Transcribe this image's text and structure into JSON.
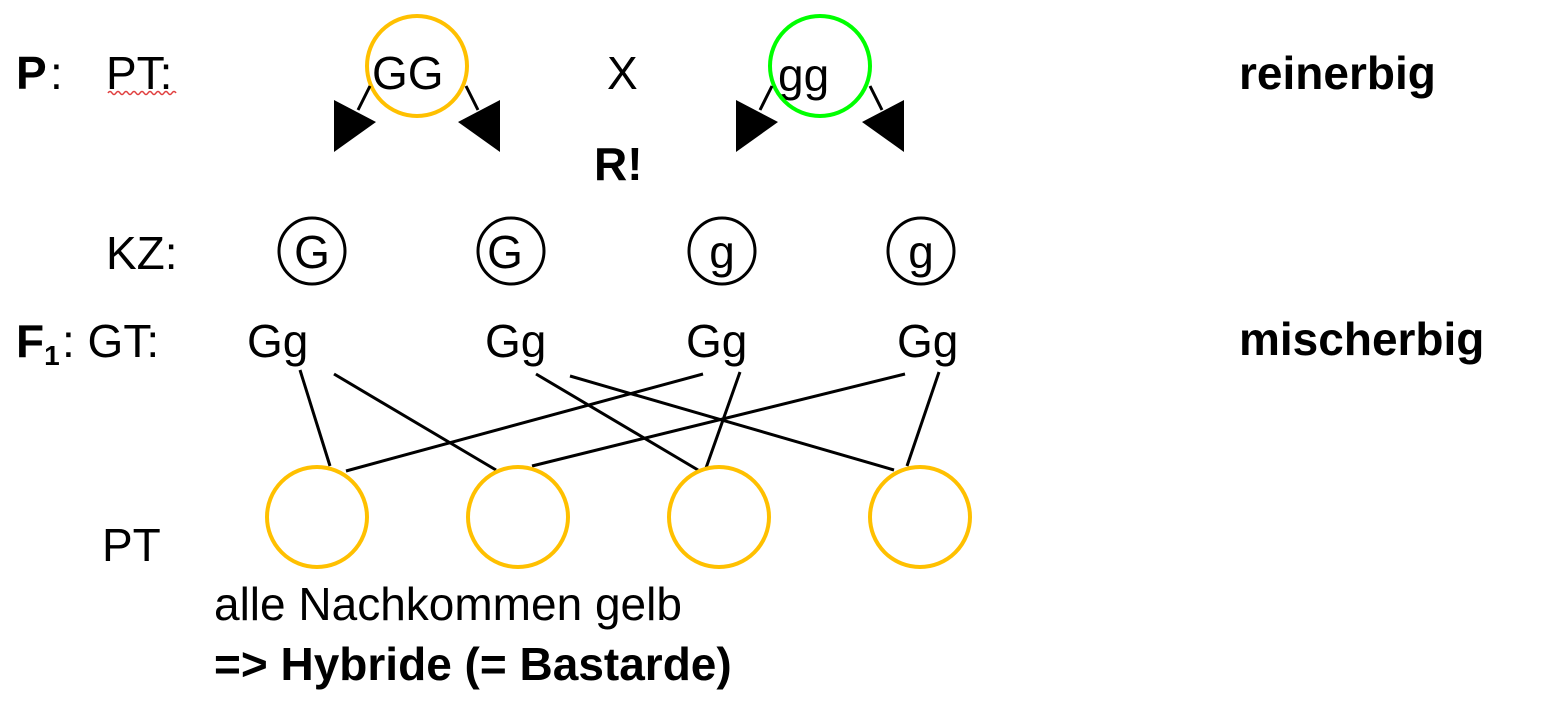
{
  "rows": {
    "p_label": "P",
    "p_colon": ":",
    "pt_label": "PT:",
    "kz_label": "KZ:",
    "f1_label": "F",
    "f1_sub": "1",
    "f1_gt": ": GT:",
    "pt_bottom_label": "PT"
  },
  "parents": {
    "left": {
      "genotype": "GG",
      "circle_color": "#FFC000"
    },
    "cross": "X",
    "right": {
      "genotype": "gg",
      "circle_color": "#00FF00"
    },
    "note": "R!"
  },
  "gametes": [
    "G",
    "G",
    "g",
    "g"
  ],
  "f1_genotypes": [
    "Gg",
    "Gg",
    "Gg",
    "Gg"
  ],
  "offspring": {
    "count": 4,
    "circle_color": "#FFC000"
  },
  "annotations": {
    "reinerbig": "reinerbig",
    "mischerbig": "mischerbig",
    "conclusion_line1": "alle Nachkommen gelb",
    "conclusion_line2": "=> Hybride (= Bastarde)"
  },
  "colors": {
    "spell_underline": "#E04040"
  }
}
